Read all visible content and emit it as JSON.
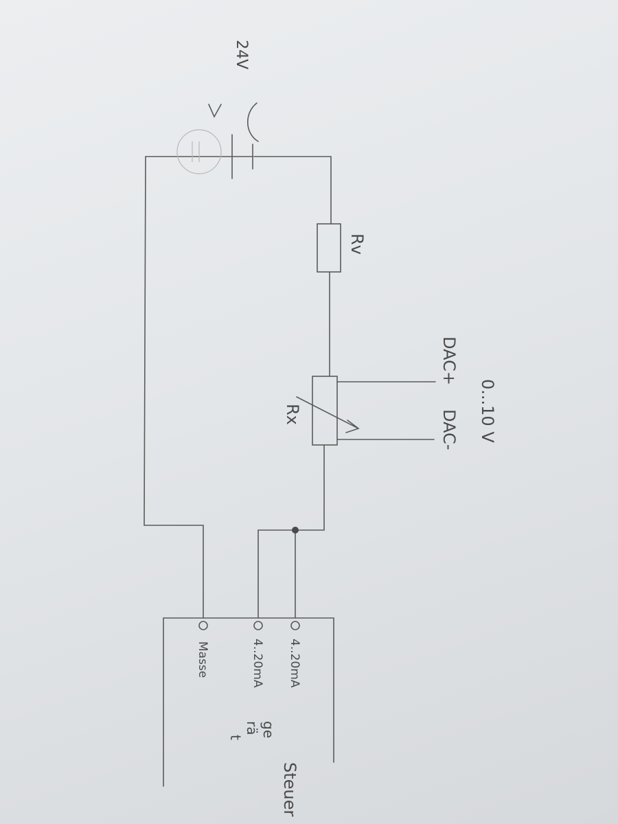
{
  "labels": {
    "supply_voltage": "24V",
    "series_resistor": "Rv",
    "variable_resistor": "Rx",
    "dac_plus": "DAC+",
    "dac_minus": "DAC-",
    "dac_range": "0...10 V",
    "terminal_1": "4..20mA",
    "terminal_2": "4..20mA",
    "terminal_ground": "Masse",
    "device_line1": "Steuer",
    "device_line2": "ge",
    "device_line3": "rä",
    "device_line4": "t"
  },
  "colors": {
    "paper": "#e6e8ea",
    "pencil": "#4a4a4a"
  }
}
